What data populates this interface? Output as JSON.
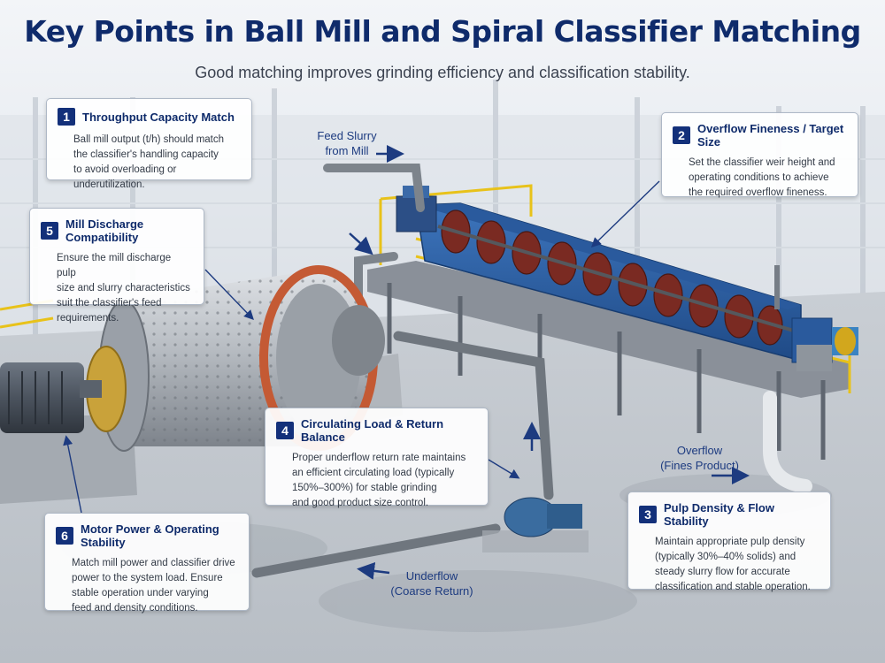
{
  "title": "Key Points in Ball Mill and Spiral Classifier Matching",
  "subtitle": "Good matching improves grinding efficiency and classification stability.",
  "cards": [
    {
      "number": "1",
      "title": "Throughput Capacity Match",
      "lines": [
        "Ball mill output (t/h) should match",
        "the classifier's handling capacity",
        "to avoid overloading or underutilization."
      ]
    },
    {
      "number": "2",
      "title": "Overflow Fineness / Target Size",
      "lines": [
        "Set the classifier weir height and",
        "operating conditions to achieve",
        "the required overflow fineness."
      ]
    },
    {
      "number": "3",
      "title": "Pulp Density & Flow Stability",
      "lines": [
        "Maintain appropriate pulp density",
        "(typically 30%–40% solids) and",
        "steady slurry flow for accurate",
        "classification and stable operation."
      ]
    },
    {
      "number": "4",
      "title": "Circulating Load & Return Balance",
      "lines": [
        "Proper underflow return rate maintains",
        "an efficient circulating load (typically",
        "150%–300%) for stable grinding",
        "and good product size control."
      ]
    },
    {
      "number": "5",
      "title": "Mill Discharge Compatibility",
      "lines": [
        "Ensure the mill discharge pulp",
        "size and slurry characteristics",
        "suit the classifier's feed",
        "requirements."
      ]
    },
    {
      "number": "6",
      "title": "Motor Power & Operating Stability",
      "lines": [
        "Match mill power and classifier drive",
        "power to the system load. Ensure",
        "stable operation under varying",
        "feed and density conditions."
      ]
    }
  ],
  "flow_labels": {
    "feed": [
      "Feed Slurry",
      "from Mill"
    ],
    "overflow": [
      "Overflow",
      "(Fines Product)"
    ],
    "underflow": [
      "Underflow",
      "(Coarse Return)"
    ]
  },
  "colors": {
    "accent": "#13307a",
    "title": "#0f2b6b",
    "classifier": "#2e63a8",
    "spiral": "#7a2a22",
    "railing": "#e8c21a"
  }
}
